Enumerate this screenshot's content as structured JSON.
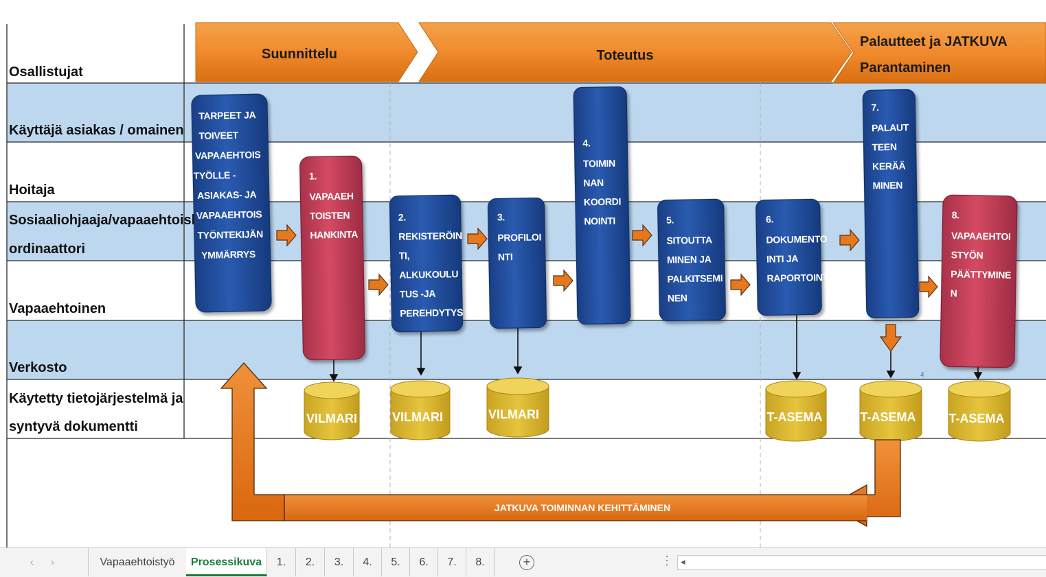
{
  "phases": [
    {
      "label": "Suunnittelu"
    },
    {
      "label": "Toteutus"
    },
    {
      "label_line1": "Palautteet ja JATKUVA",
      "label_line2": "Parantaminen"
    }
  ],
  "lanes": {
    "header": "Osallistujat",
    "user": "Käyttäjä asiakas / omainen",
    "nurse": "Hoitaja",
    "coordinator_1": "Sosiaaliohjaaja/vapaaehtoisko",
    "coordinator_2": "ordinaattori",
    "volunteer": "Vapaaehtoinen",
    "network": "Verkosto",
    "system_1": "Käytetty tietojärjestelmä ja",
    "system_2": "syntyvä dokumentti"
  },
  "steps": {
    "needs": [
      "TARPEET JA",
      "TOIVEET",
      "VAPAAEHTOIS",
      "TYÖLLE -",
      "ASIAKAS- JA",
      "VAPAAEHTOIS",
      "TYÖNTEKIJÄN",
      "YMMÄRRYS"
    ],
    "s1": [
      "1.",
      "VAPAAEH",
      "TOISTEN",
      "HANKINTA"
    ],
    "s2": [
      "2.",
      "REKISTERÖIN",
      "TI,",
      "ALKUKOULU",
      "TUS -JA",
      "PEREHDYTYS"
    ],
    "s3": [
      "3.",
      "PROFILOI",
      "NTI"
    ],
    "s4": [
      "4.",
      "TOIMIN",
      "NAN",
      "KOORDI",
      "NOINTI"
    ],
    "s5": [
      "5.",
      "SITOUTTA",
      "MINEN JA",
      "PALKITSEMI",
      "NEN"
    ],
    "s6": [
      "6.",
      "DOKUMENTO",
      "INTI JA",
      "RAPORTOINTI"
    ],
    "s7": [
      "7.",
      "PALAUT",
      "TEEN",
      "KERÄÄ",
      "MINEN"
    ],
    "s8": [
      "8.",
      "VAPAAEHTOI",
      "STYÖN",
      "PÄÄTTYMINE",
      "N"
    ]
  },
  "databases": [
    "VILMARI",
    "VILMARI",
    "VILMARI",
    "T-ASEMA",
    "T-ASEMA",
    "T-ASEMA"
  ],
  "loop_label": "JATKUVA TOIMINNAN  KEHITTÄMINEN",
  "stray_mark": "4",
  "colors": {
    "lane_blue": "#bdd7ee",
    "phase_orange": "#f08a2c",
    "step_blue": "#1f4e9c",
    "step_red": "#c94058",
    "db_gold": "#e6c43c",
    "loop_orange": "#e6781e"
  },
  "tabbar": {
    "nav_prev": "‹",
    "nav_next": "›",
    "tabs": [
      "Vapaaehtoistyö",
      "Prosessikuva",
      "1.",
      "2.",
      "3.",
      "4.",
      "5.",
      "6.",
      "7.",
      "8."
    ],
    "active_tab": "Prosessikuva",
    "add_icon": "+",
    "more_icon": "⋮",
    "scroll_left_icon": "◂"
  }
}
